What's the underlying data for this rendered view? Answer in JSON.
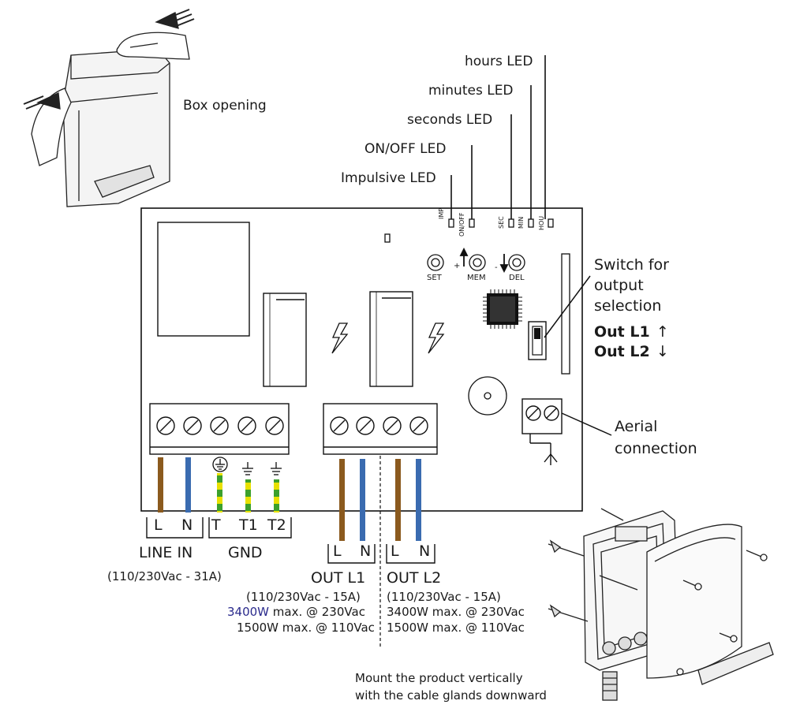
{
  "top": {
    "box_opening": "Box opening"
  },
  "leds": {
    "hours": "hours LED",
    "minutes": "minutes LED",
    "seconds": "seconds LED",
    "onoff": "ON/OFF LED",
    "impulsive": "Impulsive LED",
    "board_imp": "IMP",
    "board_onoff": "ON/OFF",
    "board_sec": "SEC",
    "board_min": "MIN",
    "board_hou": "HOU"
  },
  "buttons": {
    "set": "SET",
    "mem": "MEM",
    "del": "DEL",
    "plus": "+",
    "minus": "-"
  },
  "switch": {
    "line1": "Switch for",
    "line2": "output",
    "line3": "selection",
    "out_l1": "Out L1",
    "out_l1_arrow": "↑",
    "out_l2": "Out L2",
    "out_l2_arrow": "↓"
  },
  "aerial": {
    "line1": "Aerial",
    "line2": "connection"
  },
  "terminals": {
    "L": "L",
    "N": "N",
    "T": "T",
    "T1": "T1",
    "T2": "T2",
    "line_in": "LINE IN",
    "gnd": "GND",
    "line_in_spec": "(110/230Vac - 31A)",
    "out_l1": "OUT L1",
    "out_l2": "OUT L2",
    "out_l1_spec": "(110/230Vac - 15A)",
    "out_l2_spec": "(110/230Vac - 15A)",
    "out_l1_power_a_value": "3400W",
    "out_l1_power_a_rest": " max. @ 230Vac",
    "out_l1_power_b": "1500W max. @ 110Vac",
    "out_l2_power_a": "3400W max. @ 230Vac",
    "out_l2_power_b": "1500W max. @ 110Vac"
  },
  "mount": {
    "line1": "Mount the product vertically",
    "line2": "with the cable glands downward"
  },
  "colors": {
    "brown": "#8B5A1E",
    "blue": "#3A6BB0",
    "yellow": "#E8E000",
    "green": "#3CA02C",
    "ink": "#1a1a1a"
  }
}
